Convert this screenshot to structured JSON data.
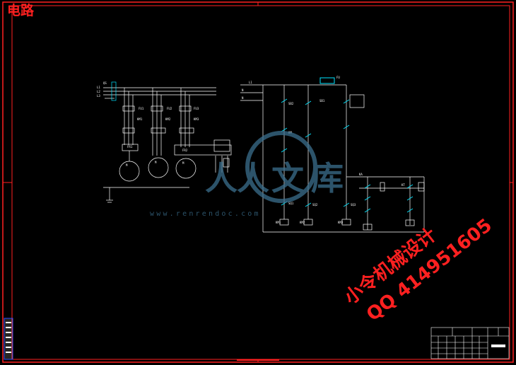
{
  "drawing": {
    "title": "电路",
    "colors": {
      "background": "#000000",
      "frame": "#ff2020",
      "wire": "#ffffff",
      "device": "#00e5ff",
      "watermark_blue": "#3b6f8e",
      "stamp_red": "#ff2020"
    }
  },
  "watermark": {
    "brand_chars": [
      "人",
      "人",
      "文",
      "库"
    ],
    "site": "www.renrendoc.com"
  },
  "stamp": {
    "line1": "小令机械设计",
    "line2": "QQ 414951605"
  }
}
